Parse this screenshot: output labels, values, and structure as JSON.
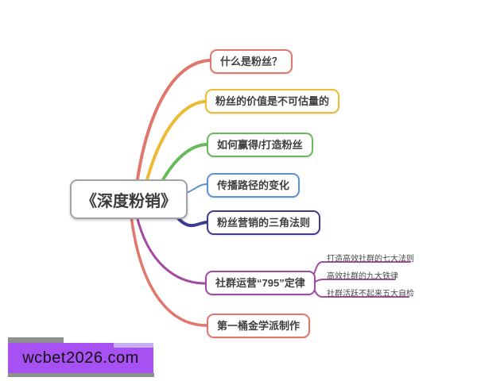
{
  "central": {
    "label": "《深度粉销》",
    "border_color": "#9fa3a7"
  },
  "branches": [
    {
      "label": "什么是粉丝？",
      "color": "#e0766c"
    },
    {
      "label": "粉丝的价值是不可估量的",
      "color": "#ecba33"
    },
    {
      "label": "如何赢得/打造粉丝",
      "color": "#68b95c"
    },
    {
      "label": "传播路径的变化",
      "color": "#5d92d9"
    },
    {
      "label": "粉丝营销的三角法则",
      "color": "#3b3e90"
    },
    {
      "label": "社群运营“795”定律",
      "color": "#a34ba3",
      "children": [
        {
          "label": "打造高效社群的七大法则"
        },
        {
          "label": "高效社群的九大铁律"
        },
        {
          "label": "社群活跃不起来五大自检"
        }
      ]
    },
    {
      "label": "第一桶金学派制作",
      "color": "#e0766c"
    }
  ],
  "watermark": {
    "text": "wcbet2026.com",
    "body_color": "#a751f3",
    "strip_color": "#c9aef2",
    "shadow_color": "#8f8f8f"
  }
}
